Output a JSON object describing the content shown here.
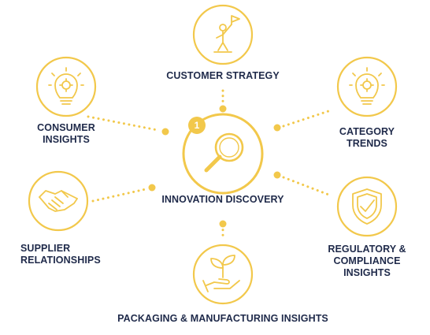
{
  "colors": {
    "accent": "#f2c84b",
    "text": "#1f2a4a",
    "background": "#ffffff"
  },
  "center": {
    "label": "INNOVATION DISCOVERY",
    "badge": "1",
    "icon": "magnifying-glass-icon"
  },
  "nodes": {
    "customer_strategy": {
      "label": "CUSTOMER STRATEGY",
      "icon": "person-with-flag-icon"
    },
    "consumer_insights": {
      "line1": "CONSUMER",
      "line2": "INSIGHTS",
      "icon": "lightbulb-gear-icon"
    },
    "category_trends": {
      "line1": "CATEGORY",
      "line2": "TRENDS",
      "icon": "lightbulb-gear-icon"
    },
    "supplier_relationships": {
      "line1": "SUPPLIER",
      "line2": "RELATIONSHIPS",
      "icon": "handshake-icon"
    },
    "regulatory": {
      "line1": "REGULATORY &",
      "line2": "COMPLIANCE",
      "line3": "INSIGHTS",
      "icon": "shield-check-icon"
    },
    "packaging": {
      "label": "PACKAGING & MANUFACTURING INSIGHTS",
      "icon": "hand-sprout-icon"
    }
  }
}
